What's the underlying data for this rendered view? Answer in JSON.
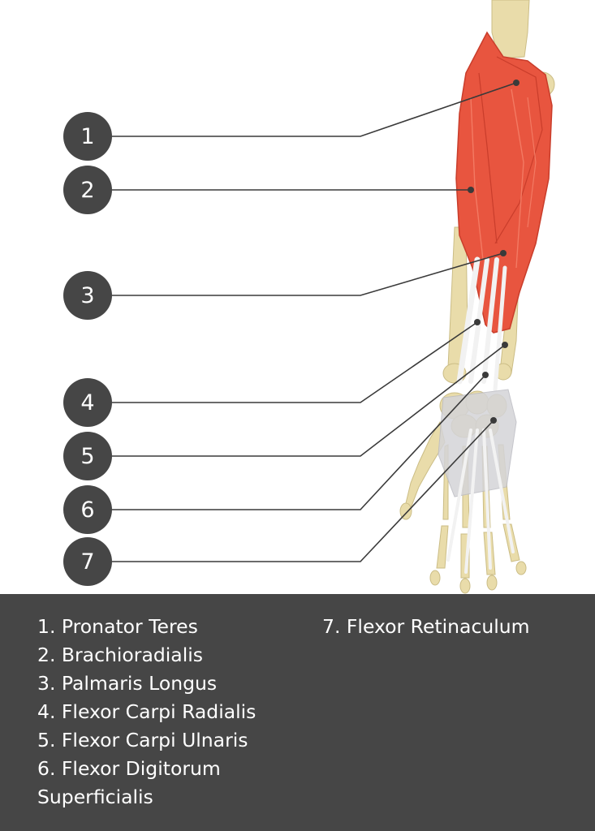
{
  "markers": [
    "1",
    "2",
    "3",
    "4",
    "5",
    "6",
    "7"
  ],
  "legend": {
    "col1": [
      "1. Pronator Teres",
      "2. Brachioradialis",
      "3. Palmaris Longus",
      "4. Flexor Carpi Radialis",
      "5. Flexor Carpi Ulnaris",
      "6. Flexor Digitorum",
      "Superficialis"
    ],
    "col2": [
      "7. Flexor Retinaculum"
    ]
  },
  "colors": {
    "marker": "#464646",
    "muscle": "#e8553f",
    "muscle_dark": "#c93d2b",
    "bone": "#e9dcaa",
    "tendon": "#f2f2f2",
    "retinaculum": "#d4d4d8",
    "leader": "#3a3a3a"
  }
}
